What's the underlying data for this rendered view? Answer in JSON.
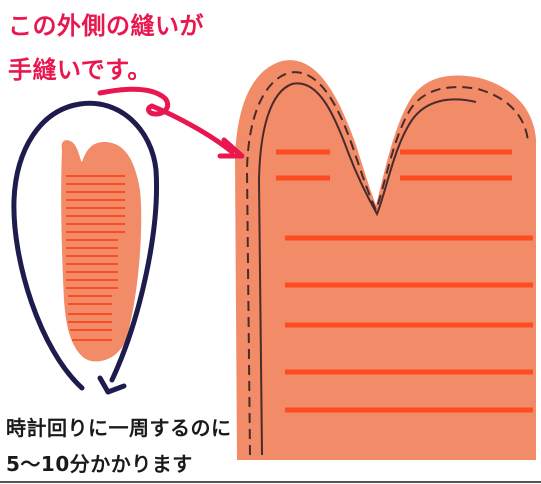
{
  "caption_top": {
    "line1": "この外側の縫いが",
    "line2": "手縫いです。"
  },
  "caption_bottom": {
    "line1": "時計回りに一周するのに",
    "line2": "5～10分かかります"
  },
  "colors": {
    "salmon": "#f28c68",
    "stripe": "#ff4b22",
    "pink_text": "#e8174f",
    "navy": "#1e1b4d",
    "stitch": "#4a2a2a",
    "dark_text": "#1a1a1a"
  }
}
